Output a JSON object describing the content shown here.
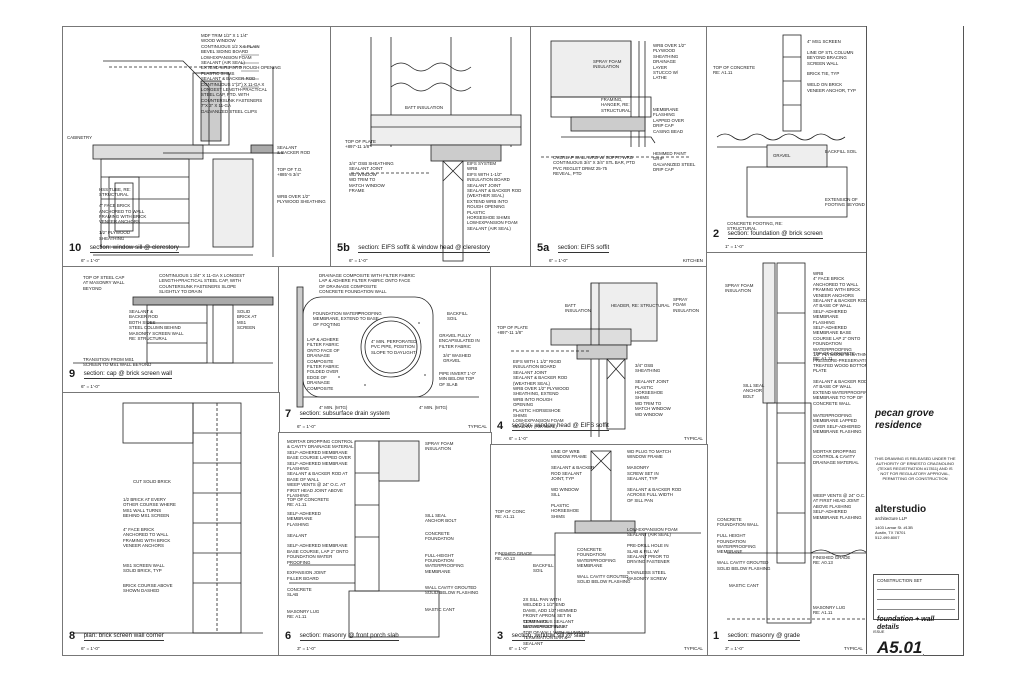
{
  "panels": [
    {
      "id": "p10",
      "number": "10",
      "name": "section: window sill @ clerestory",
      "scale": "6\" = 1'-0\"",
      "typical": "",
      "notes": [
        "MDF TRIM 1/2\" X 1 1/4\"\nWOOD WINDOW\nCONTINUOUS 1/2 X 6 PLAIN\nBEVEL SIDING BOARD\nLOW-EXPANSION FOAM\nSEALANT (AIR SEAL)\nEXTEND WRB INTO ROUGH OPENING\nPLASTIC SHIMS\nSEALANT & BACKER ROD\nCONTINUOUS 1\"(2\") X 11-GA X\nLONGEST LENGTH-PRACTICAL\nSTEEL CAP, PTD. WITH\nCOUNTERSUNK FASTENERS\n7\"X 3\" X 11-GA\nGALVANIZED STEEL CLIPS",
        "HSS TUBE, RE:\nSTRUCTURAL\n\n4\" FACE BRICK\nANCHORED TO WALL\nFRAMING WITH BRICK\nVENEER ANCHORS\n\n1/2\" PLYWOOD\nSHEATHING",
        "SEALANT\n& BACKER ROD\n\n\nTOP OF T.O.\n+885'-5 3/4\"\n\n\n\nWRB OVER 1/2\"\nPLYWOOD SHEATHING",
        "CABINETRY"
      ]
    },
    {
      "id": "p5b",
      "number": "5b",
      "name": "section: EIFS soffit & window head @ clerestory",
      "scale": "6\" = 1'-0\"",
      "typical": "",
      "notes": [
        "BATT INSULATION",
        "TOP OF PLATE\n+897'-11 1/8\"",
        "3/4\" OSB SHEATHING\nSEALANT JOINT\nWD WINDOW\nWD TRIM TO\nMATCH WINDOW\nFRAME",
        "EIFS SYSTEM\nWRB\nEIFS WITH 1-1/2\"\nINSULATION BOARD\nSEALANT JOINT\nSEALANT & BACKER ROD\n(WEATHER SEAL)\nEXTEND WRB INTO\nROUGH OPENING\nPLASTIC\nHORSESHOE SHIMS\nLOW-EXPANSION FOAM\nSEALANT (AIR SEAL)"
      ]
    },
    {
      "id": "p5a",
      "number": "5a",
      "name": "section: EIFS soffit",
      "scale": "6\" = 1'-0\"",
      "typical": "KITCHEN",
      "notes": [
        "SPRAY FOAM\nINSULATION",
        "FRAMING,\nHANGER, RE:\nSTRUCTURAL",
        "WRB OVER 1/2\"\nPLYWOOD\nSHEATHING\nDRAINAGE\nLAYER\nSTUCCO W/\nLATHE",
        "MEMBRANE\nFLASHING\nLAPPED OVER\nDRIP CAP\nCASING BEAD",
        "OVERLAP WALL WRB W/ SOFFIT WRB\nCONTINUOUS 3/4\" X 3/4\" STL BAR, PTD\nPVC REGLET DRMZ 25-75\nREVEAL, PTD",
        "HEMMED PAINT\nGRIP\nGALVANIZED STEEL\nDRIP CAP"
      ]
    },
    {
      "id": "p2",
      "number": "2",
      "name": "section: foundation @ brick screen",
      "scale": "1\" = 1'-0\"",
      "typical": "",
      "notes": [
        "4\" MS1 SCREEN\n\nLINE OF STL COLUMN\nBEYOND BRACING\nSCREEN WALL\n\nBRICK TIE, TYP\n\nWELD ON BRICK\nVENEER ANCHOR, TYP",
        "TOP OF CONCRETE\nRE: A1.11",
        "GRAVEL",
        "BACKFILL SOIL",
        "EXTENSION OF\nFOOTING BEYOND",
        "CONCRETE FOOTING, RE:\nSTRUCTURAL"
      ]
    },
    {
      "id": "p9",
      "number": "9",
      "name": "section: cap @ brick screen wall",
      "scale": "6\" = 1'-0\"",
      "typical": "",
      "notes": [
        "TOP OF STEEL CAP\nAT MASONRY WALL\nBEYOND",
        "CONTINUOUS 1 3/4\" X 11-GA X LONGEST\nLENGTH-PRACTICAL STEEL CAP, WITH\nCOUNTERSUNK FASTENERS SLOPE\nSLIGHTLY TO DRAIN",
        "SEALANT &\nBACKER ROD\nBOTH SIDES\nSTEEL COLUMN BEHIND\nMASONRY SCREEN WALL\nRE: STRUCTURAL",
        "SOLID\nBRICK AT\nMS1\nSCREEN",
        "TRANSITION FROM MS1\nSCREEN TO MS1 WALL BEYOND"
      ]
    },
    {
      "id": "p7",
      "number": "7",
      "name": "section: subsurface drain system",
      "scale": "6\" = 1'-0\"",
      "typical": "TYPICAL",
      "notes": [
        "DRAINAGE COMPOSITE WITH FILTER FABRIC\nLAP & ADHERE FILTER FABRIC ONTO FACE\nOF DRAINAGE COMPOSITE\nCONCRETE FOUNDATION WALL",
        "FOUNDATION WATERPROOFING\nMEMBRANE, EXTEND TO BASE\nOF FOOTING",
        "LAP & ADHERE\nFILTER FABRIC\nONTO FACE OF\nDRAINAGE\nCOMPOSITE\nFILTER FABRIC\nFOLDED OVER\nEDGE OF\nDRAINAGE\nCOMPOSITE",
        "4\" MIN. PERFORATED\nPVC PIPE, POSITION\nSLOPE TO DAYLIGHT",
        "BACKFILL\nSOIL",
        "GRAVEL FULLY\nENCAPSULATED IN\nFILTER FABRIC",
        "3/4\" WASHED\nGRAVEL",
        "PIPE INVERT 1'-0\"\nMIN BELOW TOP\nOF SLAB",
        "4\" MIN. (MTG)",
        "4\" MIN. (MTG)"
      ]
    },
    {
      "id": "p4",
      "number": "4",
      "name": "section: window head @ EIFS soffit",
      "scale": "6\" = 1'-0\"",
      "typical": "TYPICAL",
      "notes": [
        "BATT\nINSULATION",
        "HEADER, RE: STRUCTURAL",
        "SPRAY\nFOAM\nINSULATION",
        "TOP OF PLATE\n+897'-11 1/8\"",
        "EIFS WITH 1 1/2\" RIGID\nINSULATION BOARD\nSEALANT JOINT\nSEALANT & BACKER ROD\n(WEATHER SEAL)\nWRB OVER 1/2\" PLYWOOD\nSHEATHING, EXTEND\nWRB INTO ROUGH\nOPENING\nPLASTIC HORSESHOE\nSHIMS\nLOW-EXPANSION FOAM\nSEALANT (AIR SEAL)",
        "3/4\" OSB\nSHEATHING\n\nSEALANT JOINT\nPLASTIC\nHORSESHOE\nSHIMS\nWD TRIM TO\nMATCH WINDOW\nWD WINDOW"
      ]
    },
    {
      "id": "p1",
      "number": "1",
      "name": "section: masonry @ grade",
      "scale": "3\" = 1'-0\"",
      "typical": "TYPICAL",
      "notes": [
        "SPRAY FOAM\nINSULATION",
        "WRB\n4\" FACE BRICK\nANCHORED TO WALL\nFRAMING WITH BRICK\nVENEER ANCHORS\nSEALANT & BACKER ROD\nAT BASE OF WALL\nSELF-ADHERED\nMEMBRANE\nFLASHING\nSELF-ADHERED\nMEMBRANE BASE\nCOURSE LAP 2\" ONTO\nFOUNDATION\nWATERPROOFING\n1/2\" PLYWOOD SHEATHING\nPRESSURE-PRESERVATIVE\nTREATED WOOD BOTTOM\nPLATE",
        "TOP OF CONCRETE\nRE: A1.11",
        "SILL SEAL\nANCHOR\nBOLT",
        "SEALANT & BACKER ROD\nAT BASE OF WALL\nEXTEND WATERPROOFING\nMEMBRANE TO TOP OF\nCONCRETE WALL",
        "WATERPROOFING\nMEMBRANE LAPPED\nOVER SELF-ADHERED\nMEMBRANE FLASHING",
        "MORTAR DROPPING\nCONTROL & CAVITY\nDRAINAGE MATERIAL",
        "WEEP VENTS @ 24\" O.C.\nAT FIRST HEAD JOINT\nABOVE FLASHING\nSELF-ADHERED\nMEMBRANE FLASHING",
        "CONCRETE\nFOUNDATION WALL\n\nFULL HEIGHT\nFOUNDATION\nWATERPROOFING\nMEMBRANE\n\nWALL CAVITY GROUTED\nSOLID BELOW FLASHING",
        "MASTIC CANT",
        "FINISHED GRADE\nRE: A0.13",
        "MASONRY LUG\nRE: A1.11"
      ]
    },
    {
      "id": "p8",
      "number": "8",
      "name": "plan: brick screen wall corner",
      "scale": "6\" = 1'-0\"",
      "typical": "",
      "notes": [
        "CUT SOLID BRICK",
        "1/2 BRICK AT EVERY\nOTHER COURSE WHERE\nMS1 WALL TURNS\nBEHIND MS1 SCREEN",
        "4\" FACE BRICK\nANCHORED TO WALL\nFRAMING WITH BRICK\nVENEER ANCHORS",
        "MS1 SCREEN WALL\nSOLID BRICK, TYP",
        "BRICK COURSE ABOVE\nSHOWN DASHED"
      ]
    },
    {
      "id": "p6",
      "number": "6",
      "name": "section: masonry @ front porch slab",
      "scale": "3\" = 1'-0\"",
      "typical": "",
      "notes": [
        "MORTAR DROPPING CONTROL\n& CAVITY DRAINAGE MATERIAL\nSELF-ADHERED MEMBRANE\nBASE COURSE LAPPED OVER\nSELF-ADHERED MEMBRANE\nFLASHING\nSEALANT & BACKER ROD AT\nBASE OF WALL\nWEEP VENTS @ 24\" O.C. AT\nFIRST HEAD JOINT ABOVE\nFLASHING",
        "SPRAY FOAM\nINSULATION",
        "TOP OF CONCRETE\nRE: A1.11",
        "SELF-ADHERED\nMEMBRANE\nFLASHING\n\nSEALANT\n\nSELF-ADHERED MEMBRANE\nBASE COURSE, LAP 2\" ONTO\nFOUNDATION WATER\nPROOFING\n\nEXPANSION JOINT\nFILLER BOARD\n\nCONCRETE\nSLAB",
        "SILL SEAL\nANCHOR BOLT",
        "CONCRETE\nFOUNDATION\n\n\nFULL-HEIGHT\nFOUNDATION\nWATERPROOFING\nMEMBRANE\n\n\nWALL CAVITY GROUTED\nSOLID BELOW FLASHING\n\n\nMASTIC CANT",
        "MASONRY LUG\nRE: A1.11"
      ]
    },
    {
      "id": "p3",
      "number": "3",
      "name": "section: window sill @ slab",
      "scale": "6\" = 1'-0\"",
      "typical": "TYPICAL",
      "notes": [
        "LINE OF WRB\nWINDOW FRAME\n\nSEALANT & BACKER\nROD SEALANT\nJOINT, TYP\n\nWD WINDOW\nSILL\n\nPLASTIC\nHORSESHOE\nSHIMS",
        "WD PLUG TO MATCH\nWINDOW FRAME\n\nMASONRY\nSCREW SET IN\nSEALANT, TYP\n\nSEALANT & BACKER ROD\nACROSS FULL WIDTH\nOF SILL PAN",
        "TOP OF CONC\nRE: A1.11",
        "FINISHED GRADE\nRE: A0.13",
        "BACKFILL\nSOIL",
        "LOW-EXPANSION FOAM\nSEALANT (AIR SEAL)\n\nPRE-DRILL HOLE IN\nSLAB & FILL W/\nSEALANT PRIOR TO\nDRIVING FASTENER\n\nSTAINLESS STEEL\nMASONRY SCREW",
        "CONCRETE\nFOUNDATION\nWATERPROOFING\nMEMBRANE\n\nWALL CAVITY GROUTED\nSOLID BELOW FLASHING",
        "2X SILL PAN WITH\nWELDED 1 1/2\" END\nDAMS, ADD 1/2\" HEMMED\nFRONT APRON, SET IN\nCONTINUOUS SEALANT\nBED AGAINST SLAB",
        "TERMINATE\nWATERPROOFING AT\nTOP OF WALL WITH ALUMINUM\nTERMINATION BAR &\nSEALANT"
      ]
    }
  ],
  "title_block": {
    "project": [
      "pecan grove",
      "residence"
    ],
    "release": "THIS DRAWING IS RELEASED UNDER THE AUTHORITY OF ERNESTO CRAGNOLINO (TEXAS REGISTRATION #17811) AND IS NOT FOR REGULATORY APPROVAL, PERMITTING OR CONSTRUCTION",
    "firm": "alterstudio",
    "firm_sub": "architecture LLP",
    "address": "1403 Lamar St. #13B\nAustin, TX 78701\n512.499.8007",
    "construction_set": "CONSTRUCTION SET",
    "sheet_name": [
      "foundation + wall",
      "details"
    ],
    "issue": "ISSUE",
    "sheet_number": "A5.01"
  }
}
